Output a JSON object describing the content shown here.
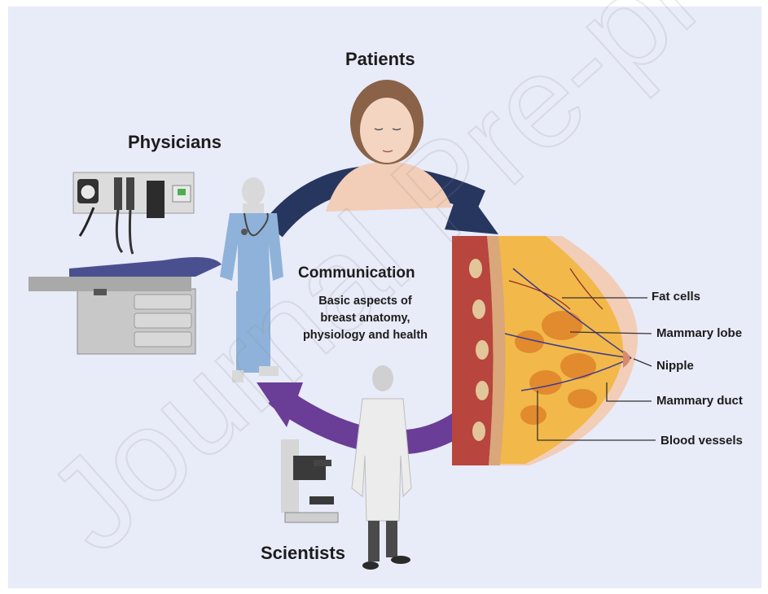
{
  "labels": {
    "patients": "Patients",
    "physicians": "Physicians",
    "scientists": "Scientists",
    "communication": "Communication",
    "description_line1": "Basic aspects of",
    "description_line2": "breast anatomy,",
    "description_line3": "physiology and health"
  },
  "anatomy": {
    "fat_cells": "Fat cells",
    "mammary_lobe": "Mammary lobe",
    "nipple": "Nipple",
    "mammary_duct": "Mammary duct",
    "blood_vessels": "Blood vessels"
  },
  "watermark": "Journal Pre-proof",
  "colors": {
    "background": "#e8ebf8",
    "arrow_navy": "#27365e",
    "arrow_purple": "#6a3d96",
    "scrubs": "#8fb2da",
    "labcoat": "#ececec",
    "breast_fat": "#f2b84a",
    "muscle": "#b8453e",
    "skin": "#f2cdb8"
  }
}
